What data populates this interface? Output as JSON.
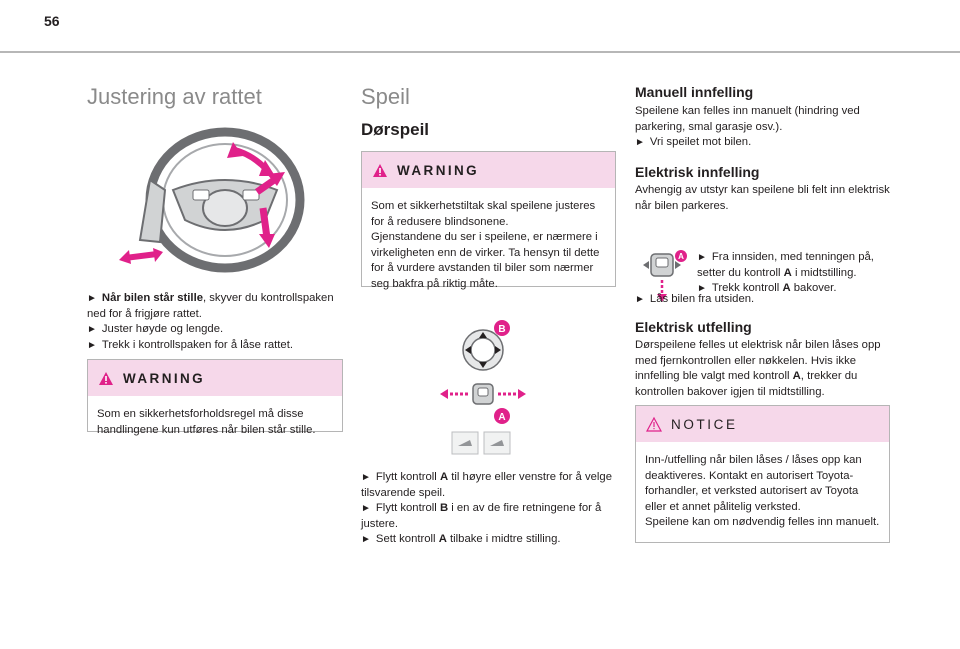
{
  "page_number": "56",
  "steering": {
    "title": "Justering av rattet",
    "step1_bold": "Når bilen står stille",
    "step1_rest": ", skyver du kontrollspaken ned for å frigjøre rattet.",
    "step2": "Juster høyde og lengde.",
    "step3": "Trekk i kontrollspaken for å låse rattet.",
    "warning_label": "WARNING",
    "warning_text": "Som en sikkerhetsforholdsregel må disse handlingene kun utføres når bilen står stille."
  },
  "mirrors": {
    "title": "Speil",
    "subtitle": "Dørspeil",
    "warning_label": "WARNING",
    "warning_text_1": "Som et sikkerhetstiltak skal speilene justeres for å redusere blindsonene.",
    "warning_text_2": "Gjenstandene du ser i speilene, er nærmere i virkeligheten enn de virker. Ta hensyn til dette for å vurdere avstanden til biler som nærmer seg bakfra på riktig måte.",
    "label_b": "B",
    "label_a": "A",
    "step1_a": "Flytt kontroll ",
    "step1_key": "A",
    "step1_b": " til høyre eller venstre for å velge tilsvarende speil.",
    "step2_a": "Flytt kontroll ",
    "step2_key": "B",
    "step2_b": " i en av de fire retningene for å justere.",
    "step3_a": "Sett kontroll ",
    "step3_key": "A",
    "step3_b": " tilbake i midtre stilling."
  },
  "folding": {
    "manual_title": "Manuell innfelling",
    "manual_text": "Speilene kan felles inn manuelt (hindring ved parkering, smal garasje osv.).",
    "manual_step": "Vri speilet mot bilen.",
    "electric_title": "Elektrisk innfelling",
    "electric_text": "Avhengig av utstyr kan speilene bli felt inn elektrisk når bilen parkeres.",
    "electric_step1_a": "Fra innsiden, med tenningen på, setter du kontroll ",
    "electric_step1_key": "A",
    "electric_step1_b": " i midtstilling.",
    "electric_step2_a": "Trekk kontroll ",
    "electric_step2_key": "A",
    "electric_step2_b": " bakover.",
    "electric_step3": "Lås bilen fra utsiden.",
    "unfold_title": "Elektrisk utfelling",
    "unfold_text_a": "Dørspeilene felles ut elektrisk når bilen låses opp med fjernkontrollen eller nøkkelen. Hvis ikke innfelling ble valgt med kontroll ",
    "unfold_key": "A",
    "unfold_text_b": ", trekker du kontrollen bakover igjen til midtstilling.",
    "notice_label": "NOTICE",
    "notice_text_1": "Inn-/utfelling når bilen låses / låses opp kan deaktiveres. Kontakt en autorisert Toyota-forhandler, et verksted autorisert av Toyota eller et annet pålitelig verksted.",
    "notice_text_2": "Speilene kan om nødvendig felles inn manuelt."
  },
  "bullet": "►",
  "colors": {
    "accent_pink": "#e0218a",
    "box_header": "#f6d8ea",
    "heading_grey": "#8a8a8a"
  }
}
